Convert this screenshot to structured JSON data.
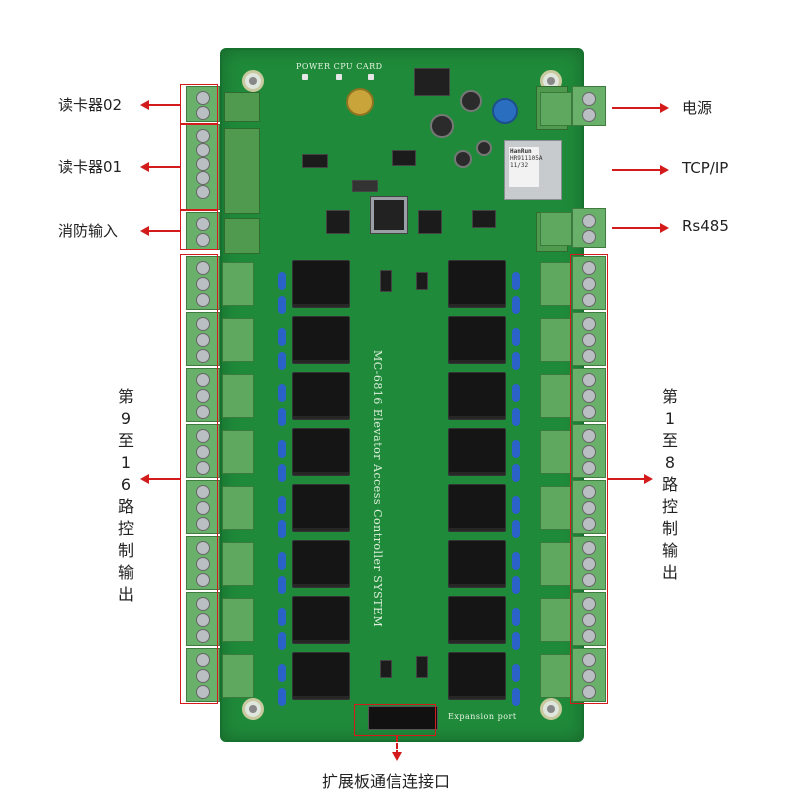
{
  "labels": {
    "reader02": "读卡器02",
    "reader01": "读卡器01",
    "fire_input": "消防输入",
    "power": "电源",
    "tcpip": "TCP/IP",
    "rs485": "Rs485",
    "left_outputs": "第9至16路控制输出",
    "right_outputs": "第1至8路控制输出",
    "expansion": "扩展板通信连接口"
  },
  "silkscreen": {
    "leds": "POWER  CPU  CARD",
    "model": "MC-6816 Elevator Access Controller SYSTEM",
    "expansion_port": "Expansion port",
    "eth_brand": "HanRun",
    "eth_part": "HR911105A",
    "eth_date": "11/32"
  },
  "colors": {
    "board": "#1f8b3a",
    "callout": "#d31b1b",
    "terminal": "#69b16a",
    "relay": "#151515",
    "varistor": "#2a62c9"
  }
}
